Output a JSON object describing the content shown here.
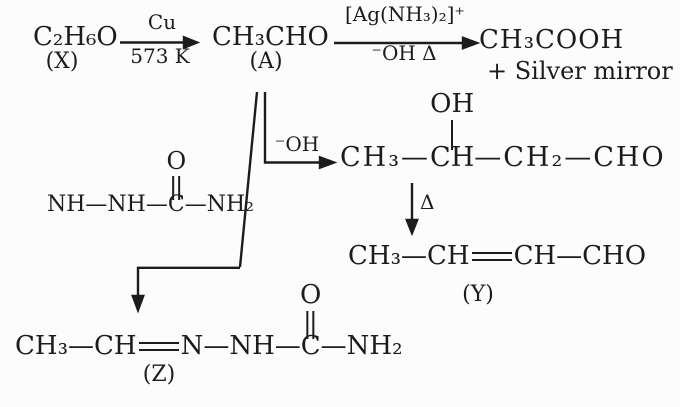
{
  "colors": {
    "ink": "#1c1c1c",
    "bg": "#fcfcfc"
  },
  "top": {
    "x_formula": "C₂H₆O",
    "x_label": "(X)",
    "arrow1_top": "Cu",
    "arrow1_bottom": "573 K",
    "a_formula": "CH₃CHO",
    "a_label": "(A)",
    "arrow2_top": "[Ag(NH₃)₂]⁺",
    "arrow2_bottom": "⁻OH Δ",
    "acid_formula": "CH₃COOH",
    "acid_extra": "+ Silver mirror"
  },
  "aldol": {
    "arrow_label": "⁻OH",
    "seg1": "CH₃—",
    "ch": "CH",
    "oh": "OH",
    "seg2": "—CH₂—CHO",
    "delta": "Δ"
  },
  "y_product": {
    "seg1": "CH₃—CH",
    "seg2": "CH—CHO",
    "label": "(Y)"
  },
  "semicarbazide": {
    "seg1": "NH—NH—",
    "c": "C",
    "o": "O",
    "seg2": "—NH₂"
  },
  "z_product": {
    "seg1": "CH₃—CH",
    "seg2": "N—NH—",
    "c": "C",
    "o": "O",
    "seg3": "—NH₂",
    "label": "(Z)"
  }
}
